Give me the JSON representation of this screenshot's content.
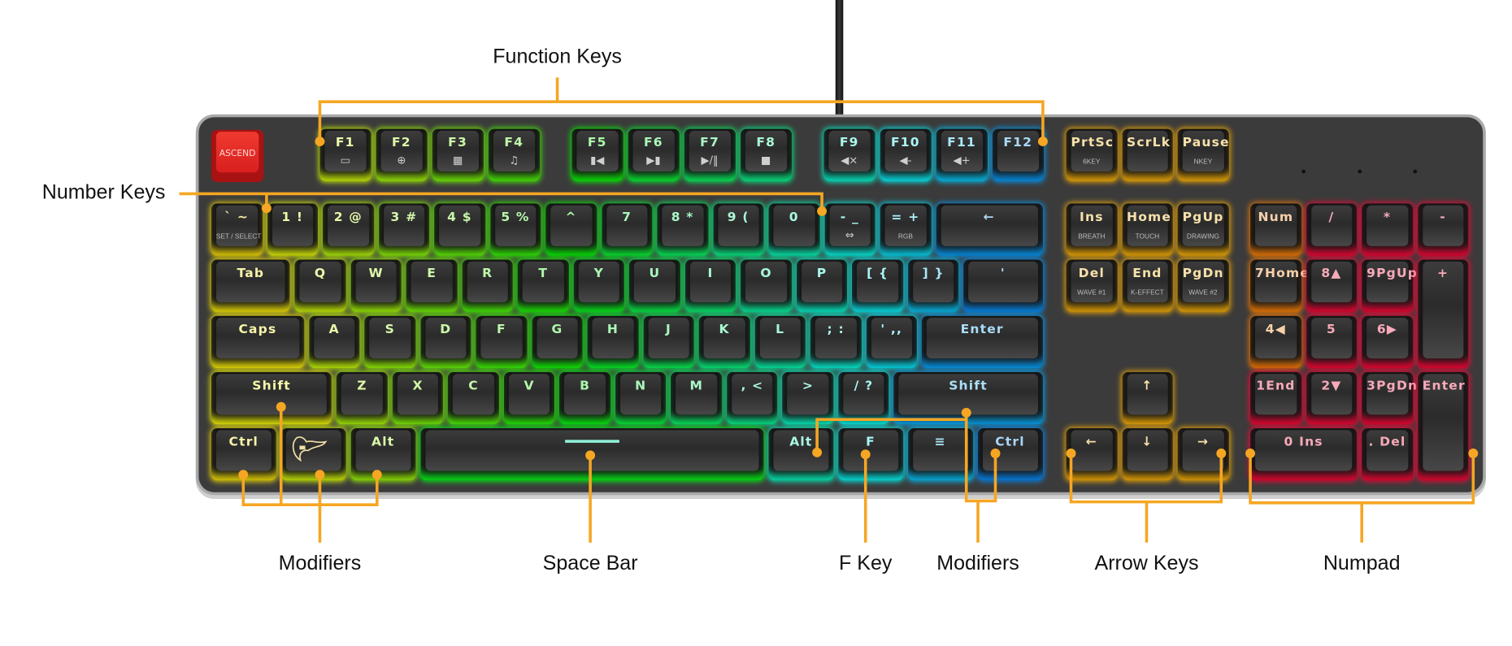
{
  "callouts": {
    "function_keys": "Function Keys",
    "number_keys": "Number Keys",
    "modifiers_left": "Modifiers",
    "space_bar": "Space Bar",
    "f_key": "F Key",
    "modifiers_right": "Modifiers",
    "arrow_keys": "Arrow Keys",
    "numpad": "Numpad"
  },
  "colors": {
    "callout_line": "#f5a623",
    "escape_key": "#e32b24",
    "keyboard_body": "#3b3b3b"
  },
  "keyboard": {
    "escape": {
      "label": "ASCEND"
    },
    "function_row": [
      {
        "label": "F1",
        "icon": "monitor-icon",
        "glyph": "▭"
      },
      {
        "label": "F2",
        "icon": "globe-icon",
        "glyph": "⊕"
      },
      {
        "label": "F3",
        "icon": "calculator-icon",
        "glyph": "▦"
      },
      {
        "label": "F4",
        "icon": "music-icon",
        "glyph": "♫"
      },
      {
        "label": "F5",
        "icon": "previous-track-icon",
        "glyph": "▮◀"
      },
      {
        "label": "F6",
        "icon": "next-track-icon",
        "glyph": "▶▮"
      },
      {
        "label": "F7",
        "icon": "play-pause-icon",
        "glyph": "▶/‖"
      },
      {
        "label": "F8",
        "icon": "stop-icon",
        "glyph": "■"
      },
      {
        "label": "F9",
        "icon": "mute-icon",
        "glyph": "◀×"
      },
      {
        "label": "F10",
        "icon": "volume-down-icon",
        "glyph": "◀-"
      },
      {
        "label": "F11",
        "icon": "volume-up-icon",
        "glyph": "◀+"
      },
      {
        "label": "F12",
        "icon": "",
        "glyph": ""
      }
    ],
    "system_keys": [
      {
        "label": "PrtSc",
        "sub": "6KEY"
      },
      {
        "label": "ScrLk",
        "sub": ""
      },
      {
        "label": "Pause",
        "sub": "NKEY"
      }
    ],
    "main_rows": [
      [
        {
          "label": "` ~",
          "sub": "SET / SELECT"
        },
        {
          "label": "1 !"
        },
        {
          "label": "2 @"
        },
        {
          "label": "3 #"
        },
        {
          "label": "4 $"
        },
        {
          "label": "5 %"
        },
        {
          "label": "^"
        },
        {
          "label": "7"
        },
        {
          "label": "8 *"
        },
        {
          "label": "9 ("
        },
        {
          "label": "0"
        },
        {
          "label": "- _",
          "glyph": "⇔"
        },
        {
          "label": "= +",
          "sub": "RGB"
        },
        {
          "label": "←"
        }
      ],
      [
        {
          "label": "Tab"
        },
        {
          "label": "Q"
        },
        {
          "label": "W"
        },
        {
          "label": "E"
        },
        {
          "label": "R"
        },
        {
          "label": "T"
        },
        {
          "label": "Y"
        },
        {
          "label": "U"
        },
        {
          "label": "I"
        },
        {
          "label": "O"
        },
        {
          "label": "P"
        },
        {
          "label": "[ {"
        },
        {
          "label": "] }"
        },
        {
          "label": "'"
        }
      ],
      [
        {
          "label": "Caps"
        },
        {
          "label": "A"
        },
        {
          "label": "S"
        },
        {
          "label": "D"
        },
        {
          "label": "F"
        },
        {
          "label": "G"
        },
        {
          "label": "H"
        },
        {
          "label": "J"
        },
        {
          "label": "K"
        },
        {
          "label": "L"
        },
        {
          "label": "; :"
        },
        {
          "label": "' ,,"
        },
        {
          "label": "Enter"
        }
      ],
      [
        {
          "label": "Shift"
        },
        {
          "label": "Z"
        },
        {
          "label": "X"
        },
        {
          "label": "C"
        },
        {
          "label": "V"
        },
        {
          "label": "B"
        },
        {
          "label": "N"
        },
        {
          "label": "M"
        },
        {
          "label": ", <"
        },
        {
          "label": ">"
        },
        {
          "label": "/ ?"
        },
        {
          "label": "Shift"
        }
      ],
      [
        {
          "label": "Ctrl"
        },
        {
          "label": "",
          "icon": "lion-logo-icon"
        },
        {
          "label": "Alt"
        },
        {
          "label": "",
          "icon": "space-bar-line"
        },
        {
          "label": "Alt"
        },
        {
          "label": "F"
        },
        {
          "label": "≡",
          "icon": "menu-icon"
        },
        {
          "label": "Ctrl"
        }
      ]
    ],
    "navigation": [
      {
        "label": "Ins",
        "sub": "BREATH"
      },
      {
        "label": "Home",
        "sub": "TOUCH"
      },
      {
        "label": "PgUp",
        "sub": "DRAWING"
      },
      {
        "label": "Del",
        "sub": "WAVE #1"
      },
      {
        "label": "End",
        "sub": "K-EFFECT"
      },
      {
        "label": "PgDn",
        "sub": "WAVE #2"
      }
    ],
    "arrows": [
      {
        "label": "↑",
        "icon": "arrow-up-icon"
      },
      {
        "label": "←",
        "icon": "arrow-left-icon"
      },
      {
        "label": "↓",
        "icon": "arrow-down-icon"
      },
      {
        "label": "→",
        "icon": "arrow-right-icon"
      }
    ],
    "numpad": [
      {
        "label": "Num"
      },
      {
        "label": "/"
      },
      {
        "label": "*"
      },
      {
        "label": "-"
      },
      {
        "label": "7Home"
      },
      {
        "label": "8▲"
      },
      {
        "label": "9PgUp"
      },
      {
        "label": "+"
      },
      {
        "label": "4◀"
      },
      {
        "label": "5"
      },
      {
        "label": "6▶"
      },
      {
        "label": "1End"
      },
      {
        "label": "2▼"
      },
      {
        "label": "3PgDn"
      },
      {
        "label": "Enter"
      },
      {
        "label": "0 Ins"
      },
      {
        "label": ". Del"
      }
    ]
  }
}
